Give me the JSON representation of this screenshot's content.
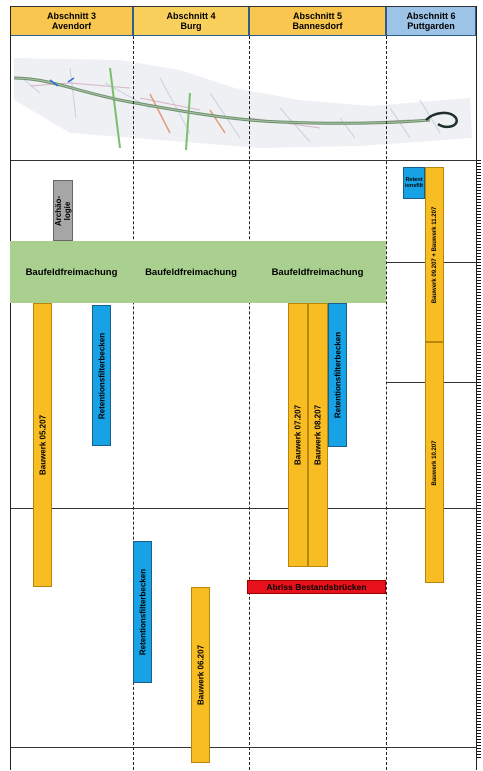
{
  "sections": [
    {
      "line1": "Abschnitt 3",
      "line2": "Avendorf",
      "color": "#f9c74f"
    },
    {
      "line1": "Abschnitt 4",
      "line2": "Burg",
      "color": "#fad05c"
    },
    {
      "line1": "Abschnitt 5",
      "line2": "Bannesdorf",
      "color": "#f9c74f"
    },
    {
      "line1": "Abschnitt 6",
      "line2": "Puttgarden",
      "color": "#9dc3e6"
    }
  ],
  "green_blocks": [
    {
      "label": "Baufeldfreimachung"
    },
    {
      "label": "Baufeldfreimachung"
    },
    {
      "label": "Baufeldfreimachung"
    }
  ],
  "bars": {
    "archaeologie": "Archäo-\nlogie",
    "bauwerk_05": "Bauwerk 05.207",
    "rfb_3": "Retentionsfilterbecken",
    "rfb_4": "Retentionsfilterbecken",
    "bauwerk_06": "Bauwerk 06.207",
    "bauwerk_07": "Bauwerk 07.207",
    "bauwerk_08": "Bauwerk 08.207",
    "rfb_5": "Retentionsfilterbecken",
    "abriss": "Abriss Bestandsbrücken",
    "rfb_6": "Retent\nionsfilt",
    "bauwerk_09_11": "Bauwerk 09.207 + Bauwerk 11.207",
    "bauwerk_10": "Bauwerk 10.207"
  },
  "colors": {
    "green": "#a9d08e",
    "orange": "#f9bd24",
    "blue": "#17a2e6",
    "red": "#e8101a",
    "grey": "#a6a6a6"
  }
}
